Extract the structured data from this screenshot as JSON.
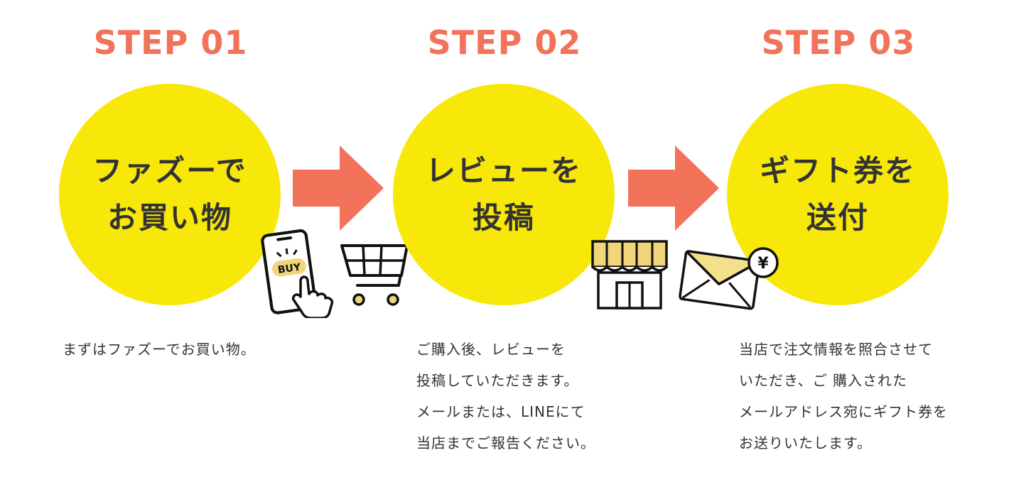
{
  "colors": {
    "accent": "#F2725A",
    "circle": "#F8E80A",
    "text": "#333333",
    "awning_yellow": "#F1D57A",
    "envelope_flap": "#F4E08B"
  },
  "steps": [
    {
      "heading": "STEP 01",
      "title_lines": [
        "ファズーで",
        "お買い物"
      ],
      "description_lines": [
        "まずはファズーでお買い物。"
      ],
      "illustrations": [
        "smartphone-buy-icon",
        "shopping-cart-icon"
      ],
      "buy_label": "BUY"
    },
    {
      "heading": "STEP 02",
      "title_lines": [
        "レビューを",
        "投稿"
      ],
      "description_lines": [
        "ご購入後、レビューを",
        "投稿していただきます。",
        "メールまたは、LINEにて",
        "当店までご報告ください。"
      ],
      "illustrations": [
        "store-icon"
      ]
    },
    {
      "heading": "STEP 03",
      "title_lines": [
        "ギフト券を",
        "送付"
      ],
      "description_lines": [
        "当店で注文情報を照合させて",
        "いただき、ご 購入された",
        "メールアドレス宛にギフト券を",
        "お送りいたします。"
      ],
      "illustrations": [
        "envelope-yen-icon"
      ],
      "yen_symbol": "¥"
    }
  ],
  "arrows": [
    "right-arrow-icon",
    "right-arrow-icon"
  ]
}
